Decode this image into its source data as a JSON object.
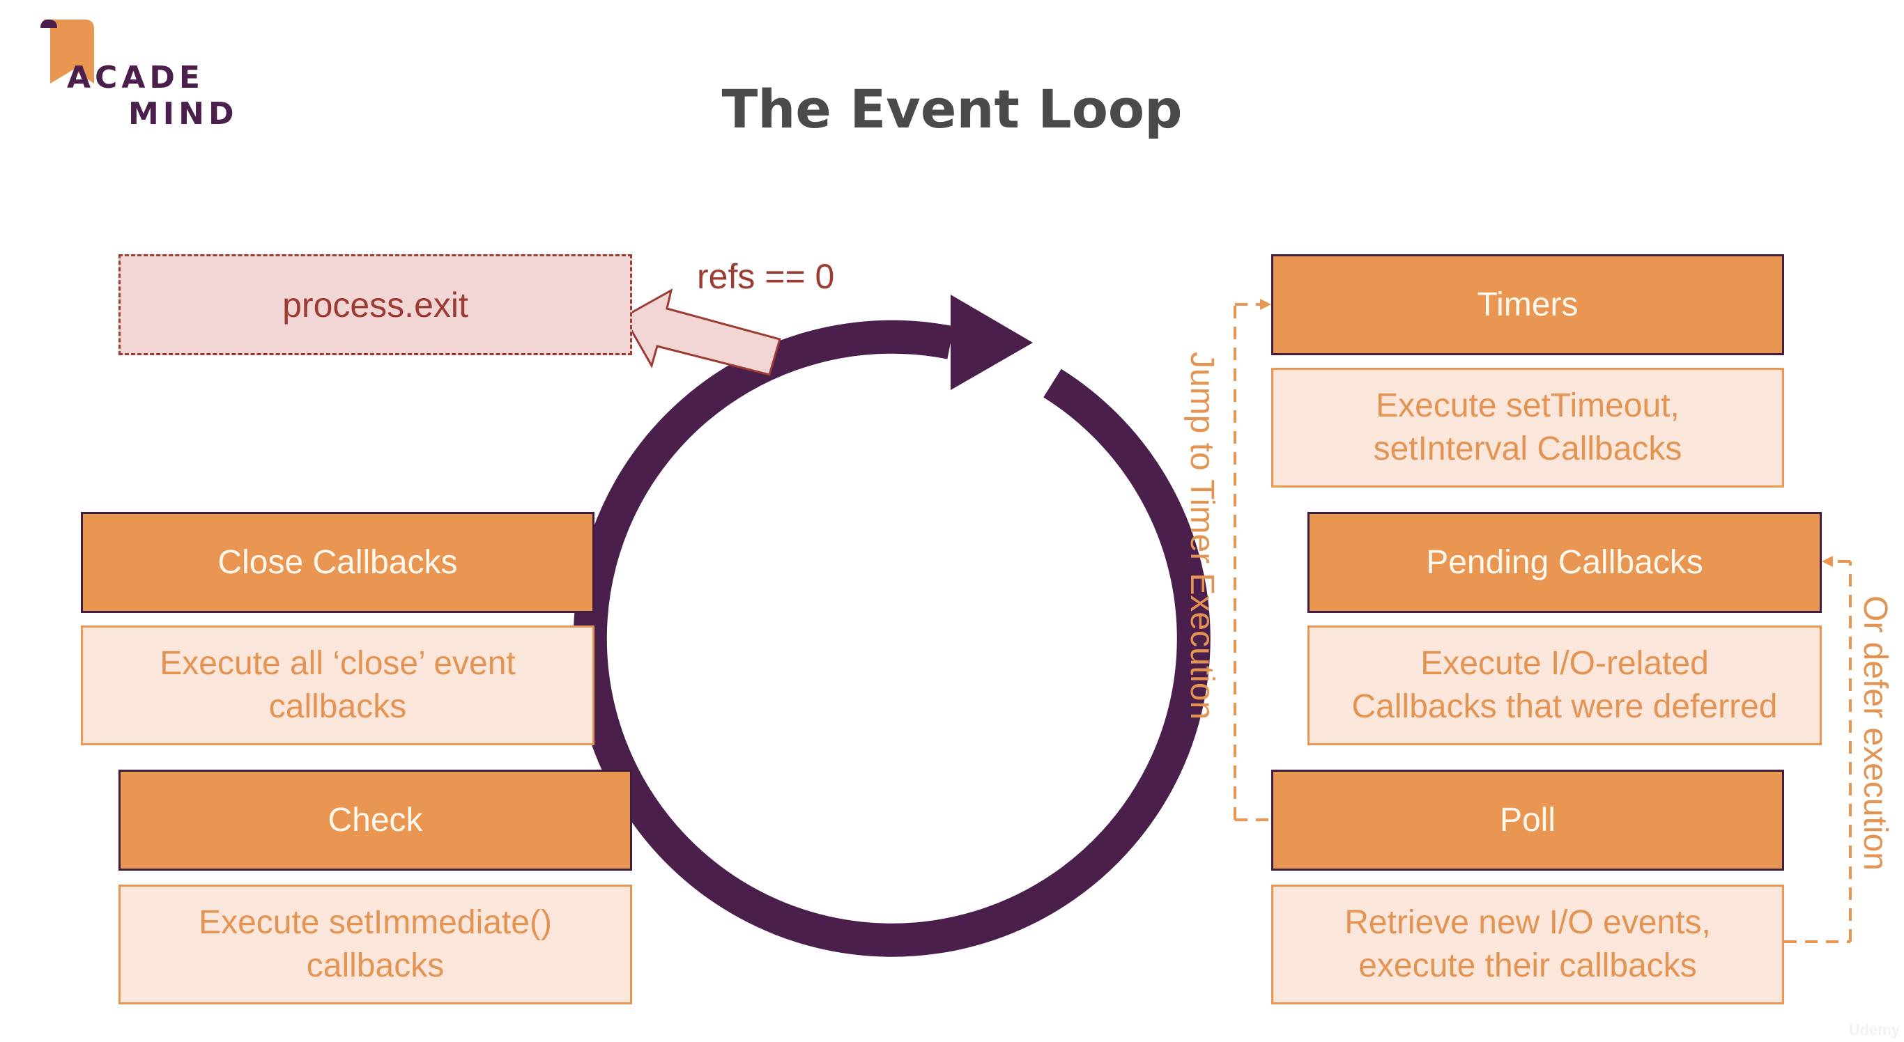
{
  "logo": {
    "line1": "ACADE",
    "line2": "MIND",
    "icon": "bookmark-ribbon-icon"
  },
  "title": "The Event Loop",
  "exit": {
    "label": "process.exit",
    "condition": "refs == 0"
  },
  "phases": {
    "timers": {
      "title": "Timers",
      "desc": "Execute setTimeout,\nsetInterval Callbacks"
    },
    "pending": {
      "title": "Pending Callbacks",
      "desc": "Execute I/O-related\nCallbacks that were deferred"
    },
    "poll": {
      "title": "Poll",
      "desc": "Retrieve new I/O events,\nexecute their callbacks"
    },
    "check": {
      "title": "Check",
      "desc": "Execute setImmediate()\ncallbacks"
    },
    "close": {
      "title": "Close Callbacks",
      "desc": "Execute all ‘close’ event\ncallbacks"
    }
  },
  "annotations": {
    "jump": "Jump to Timer Execution",
    "defer": "Or defer execution"
  },
  "colors": {
    "phase_fill": "#e89651",
    "desc_fill": "#fae6da",
    "loop": "#4a1f4b",
    "exit": "#9c3b33",
    "title": "#4a4a4a"
  },
  "watermark": "Udemy"
}
